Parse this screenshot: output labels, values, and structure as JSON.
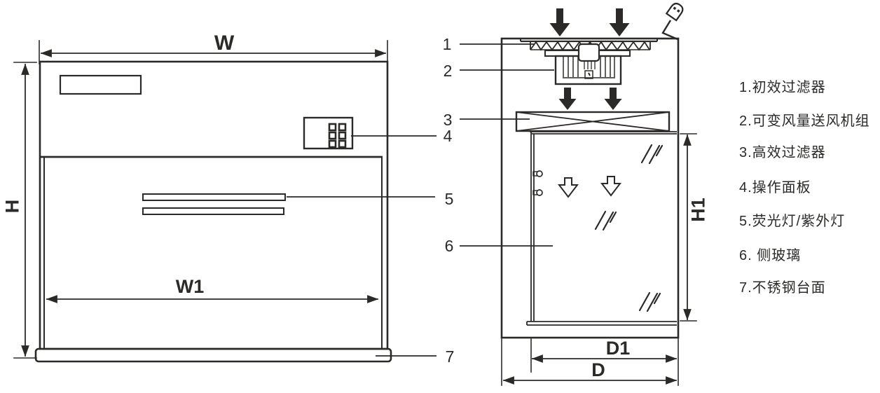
{
  "colors": {
    "line": "#2b2a29",
    "background": "#ffffff"
  },
  "dimension_labels": {
    "w": "W",
    "w1": "W1",
    "h": "H",
    "h1": "H1",
    "d": "D",
    "d1": "D1"
  },
  "callouts": [
    "1",
    "2",
    "3",
    "4",
    "5",
    "6",
    "7"
  ],
  "legend": [
    "1.初效过滤器",
    "2.可变风量送风机组",
    "3.高效过滤器",
    "4.操作面板",
    "5.荧光灯/紫外灯",
    "6. 侧玻璃",
    "7.不锈钢台面"
  ]
}
